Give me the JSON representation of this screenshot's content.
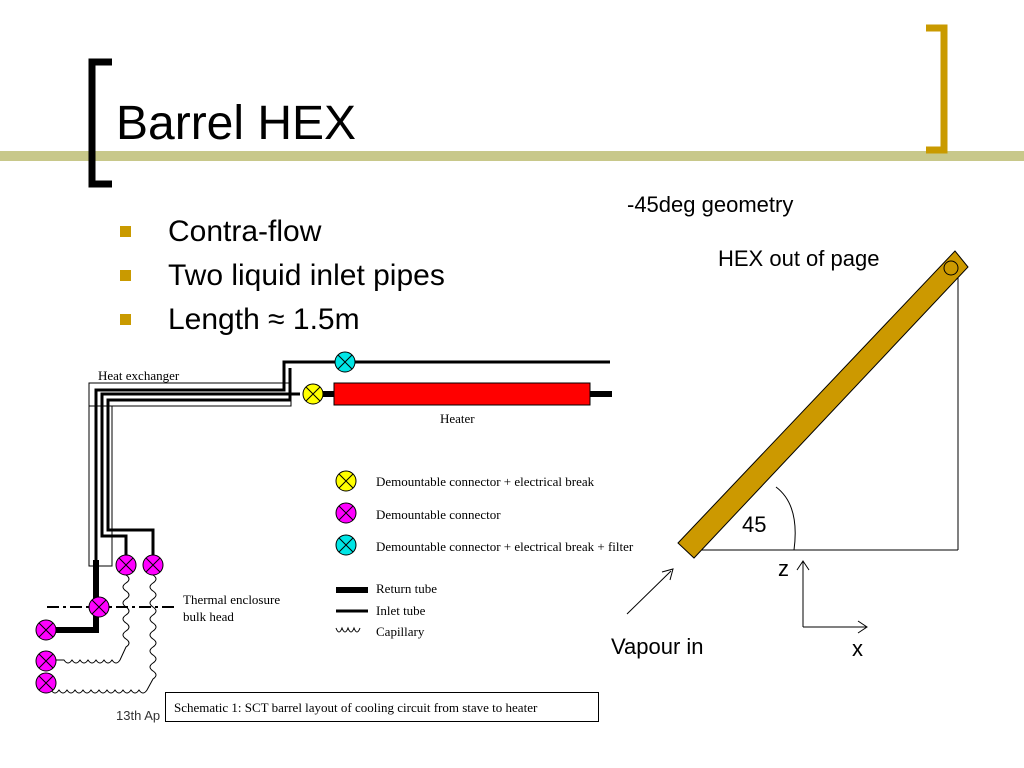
{
  "slide": {
    "title": "Barrel HEX",
    "bullets": [
      "Contra-flow",
      "Two liquid inlet pipes",
      "Length ≈ 1.5m"
    ],
    "footer": "13th Ap",
    "accent_color": "#c99a00",
    "rule_color": "#c8c88a"
  },
  "schematic": {
    "heat_exchanger_label": "Heat exchanger",
    "heater_label": "Heater",
    "bulkhead_label_line1": "Thermal enclosure",
    "bulkhead_label_line2": "bulk head",
    "caption": "Schematic 1: SCT barrel layout of cooling circuit from stave to heater",
    "colors": {
      "heater": "#ff0000",
      "connector_break": "#ffff00",
      "connector": "#ff00ff",
      "connector_filter": "#00e5e5"
    },
    "legend": {
      "connectors": [
        {
          "label": "Demountable connector + electrical break",
          "color": "#ffff00"
        },
        {
          "label": "Demountable connector",
          "color": "#ff00ff"
        },
        {
          "label": "Demountable connector + electrical break + filter",
          "color": "#00e5e5"
        }
      ],
      "lines": [
        {
          "label": "Return tube",
          "style": "thick"
        },
        {
          "label": "Inlet tube",
          "style": "thin"
        },
        {
          "label": "Capillary",
          "style": "coil"
        }
      ]
    }
  },
  "geometry_diagram": {
    "heading": "-45deg geometry",
    "hex_label": "HEX out of page",
    "angle_label": "45",
    "vapour_label": "Vapour in",
    "axis_z": "z",
    "axis_x": "x",
    "bar_color": "#cc9900"
  }
}
